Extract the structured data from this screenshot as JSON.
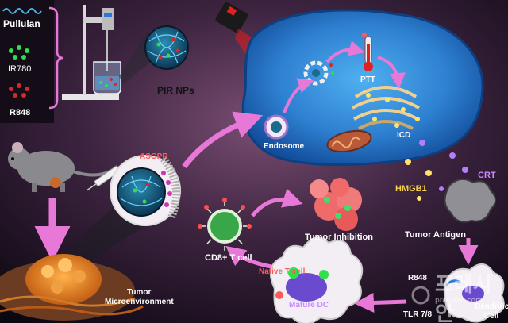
{
  "labels": {
    "pullulan": "Pullulan",
    "ir780": "IR780",
    "r848_left": "R848",
    "pir_nps": "PIR NPs",
    "asgpr": "ASGPR",
    "ptt": "PTT",
    "icd": "ICD",
    "endosome": "Endosome",
    "crt": "CRT",
    "hmgb1": "HMGB1",
    "tumor_antigen": "Tumor Antigen",
    "tumor_inhibition": "Tumor Inhibition",
    "cd8_t_cell": "CD8+ T cell",
    "native_t_cell": "Native T cell",
    "mature_dc": "Mature DC",
    "r848_right": "R848",
    "tlr78": "TLR 7/8",
    "dendritic_cell_1": "Dendritic",
    "dendritic_cell_2": "Cell",
    "tumor_env_1": "Tumor",
    "tumor_env_2": "Microenvironment"
  },
  "watermark": {
    "text": "프레시안",
    "url": "pressian.com"
  },
  "colors": {
    "cell_blue": "#1f6fc4",
    "arrow_pink": "#e878d8",
    "laser_red": "#e81c1c",
    "label_yellow": "#f5d04a",
    "label_purple": "#c98bff"
  }
}
